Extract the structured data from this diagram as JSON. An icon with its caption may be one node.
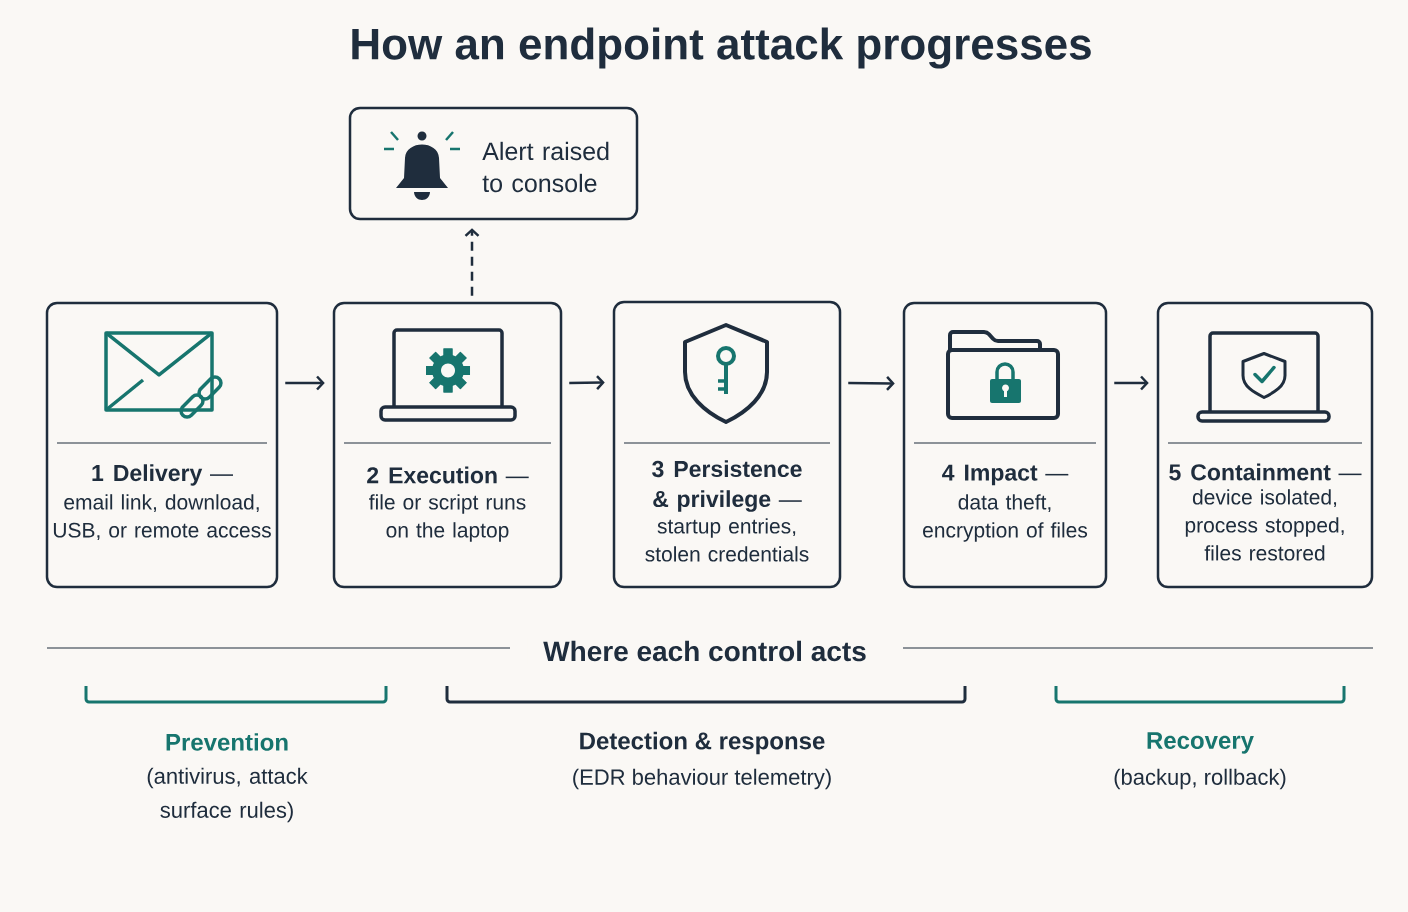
{
  "diagram": {
    "title": "How an endpoint attack progresses",
    "nodes": [
      {
        "text": [
          "Alert raised to console"
        ]
      },
      {
        "text": [
          "1",
          "**Delivery** —",
          "email link, download, USB, or remote access"
        ]
      },
      {
        "text": [
          "2",
          "**Execution** —",
          "file or script runs on the laptop"
        ]
      },
      {
        "text": [
          "3",
          "**Persistence & privilege** —",
          "startup entries, stolen credentials"
        ]
      },
      {
        "text": [
          "4",
          "**Impact** —",
          "data theft, encryption of files"
        ]
      },
      {
        "text": [
          "5",
          "**Containment** —",
          "device isolated, process stopped, files restored"
        ]
      }
    ],
    "edges": [
      {
        "from": 1,
        "to": 2,
        "arrow": "to"
      },
      {
        "from": 2,
        "to": 3,
        "arrow": "to"
      },
      {
        "from": 3,
        "to": 4,
        "arrow": "to"
      },
      {
        "from": 4,
        "to": 5,
        "arrow": "to"
      },
      {
        "from": 2,
        "to": 0,
        "arrow": "to",
        "style": "dashed"
      }
    ],
    "labels": [
      "Where each control acts",
      "Prevention",
      "(antivirus, attack surface rules)",
      "Detection & response",
      "(EDR behaviour telemetry)",
      "Recovery",
      "(backup, rollback)"
    ]
  }
}
